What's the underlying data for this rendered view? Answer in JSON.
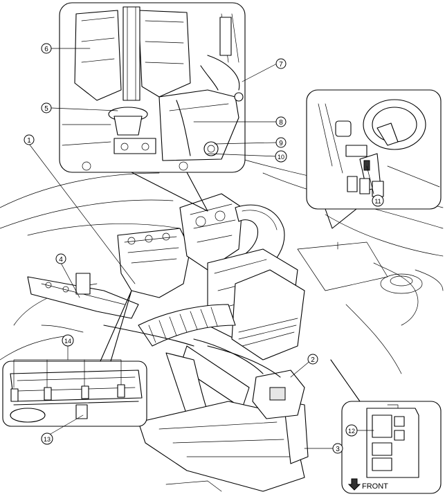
{
  "callouts": [
    {
      "id": "1",
      "label": "1"
    },
    {
      "id": "2",
      "label": "2"
    },
    {
      "id": "3",
      "label": "3"
    },
    {
      "id": "4",
      "label": "4"
    },
    {
      "id": "5",
      "label": "5"
    },
    {
      "id": "6",
      "label": "6"
    },
    {
      "id": "7",
      "label": "7"
    },
    {
      "id": "8",
      "label": "8"
    },
    {
      "id": "9",
      "label": "9"
    },
    {
      "id": "10",
      "label": "10"
    },
    {
      "id": "11",
      "label": "11"
    },
    {
      "id": "12",
      "label": "12"
    },
    {
      "id": "13",
      "label": "13"
    },
    {
      "id": "14",
      "label": "14"
    }
  ],
  "front_indicator": {
    "label": "FRONT",
    "icon": "down-arrow-icon"
  }
}
